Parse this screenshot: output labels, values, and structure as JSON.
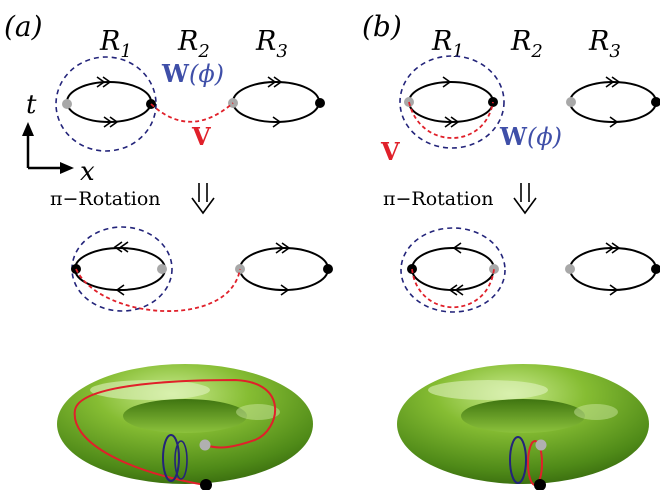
{
  "panel_a": {
    "label": "(a)",
    "regions": [
      "R",
      "R",
      "R"
    ],
    "region_subs": [
      "1",
      "2",
      "3"
    ],
    "w_label_bold": "W",
    "w_label_arg": "(ϕ)",
    "v_label": "V",
    "rotation_label": "π−Rotation",
    "axis_t": "t",
    "axis_x": "x"
  },
  "panel_b": {
    "label": "(b)",
    "regions": [
      "R",
      "R",
      "R"
    ],
    "region_subs": [
      "1",
      "2",
      "3"
    ],
    "w_label_bold": "W",
    "w_label_arg": "(ϕ)",
    "v_label": "V",
    "rotation_label": "π−Rotation"
  },
  "colors": {
    "torus_green": "#6fa322",
    "wilson_blue": "#23247a",
    "line_red": "#e0202a",
    "label_blue": "#3f4fa8"
  }
}
